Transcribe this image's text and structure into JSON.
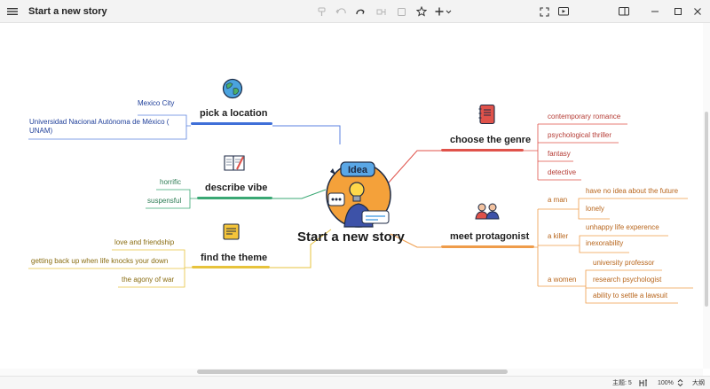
{
  "window": {
    "title": "Start a new story"
  },
  "toolbar": {
    "icons": [
      "menu-icon",
      "copy-format-icon",
      "undo-icon",
      "redo-icon",
      "insert-topic-icon",
      "insert-subtopic-icon",
      "star-icon",
      "add-icon",
      "chevron-down-icon",
      "fit-screen-icon",
      "present-icon",
      "sidebar-icon",
      "minimize-icon",
      "maximize-icon",
      "close-icon"
    ]
  },
  "mindmap": {
    "root": "Start a new story",
    "branches": {
      "location": {
        "title": "pick a location",
        "color": "#3f6fd8",
        "items": [
          "Mexico City",
          "Universidad Nacional Autónoma de México (",
          "UNAM)"
        ]
      },
      "vibe": {
        "title": "describe vibe",
        "color": "#3aa874",
        "items": [
          "horrific",
          "suspensful"
        ]
      },
      "theme": {
        "title": "find the theme",
        "color": "#e7c33c",
        "items": [
          "love and friendship",
          "getting back up when life knocks your down",
          "the agony of war"
        ]
      },
      "genre": {
        "title": "choose the genre",
        "color": "#e0524a",
        "items": [
          "contemporary romance",
          "psychological thriller",
          "fantasy",
          "detective"
        ]
      },
      "protagonist": {
        "title": "meet protagonist",
        "color": "#ef9c4a",
        "groups": [
          {
            "label": "a  man",
            "items": [
              "have no idea about the future",
              "lonely"
            ]
          },
          {
            "label": "a  killer",
            "items": [
              "unhappy life experence",
              "inexorability"
            ]
          },
          {
            "label": "a women",
            "items": [
              "university professor",
              "research psychologist",
              "ability to settle a lawsuit"
            ]
          }
        ]
      }
    }
  },
  "status": {
    "topics": "主题: 5",
    "zoom": "100%",
    "theme_mode": "大纲"
  }
}
